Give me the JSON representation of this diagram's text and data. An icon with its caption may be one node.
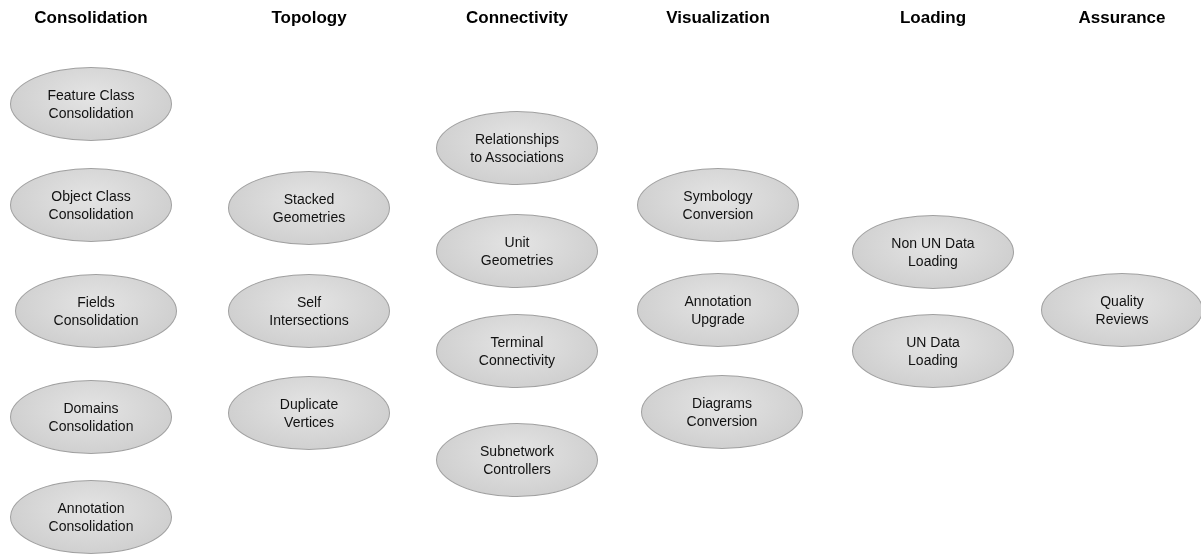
{
  "diagram": {
    "nodes": [
      {
        "text": [
          "Feature Class Consolidation"
        ]
      },
      {
        "text": [
          "Object Class Consolidation"
        ]
      },
      {
        "text": [
          "Fields Consolidation"
        ]
      },
      {
        "text": [
          "Domains Consolidation"
        ]
      },
      {
        "text": [
          "Annotation Consolidation"
        ]
      },
      {
        "text": [
          "Stacked Geometries"
        ]
      },
      {
        "text": [
          "Self Intersections"
        ]
      },
      {
        "text": [
          "Duplicate Vertices"
        ]
      },
      {
        "text": [
          "Relationships to Associations"
        ]
      },
      {
        "text": [
          "Unit Geometries"
        ]
      },
      {
        "text": [
          "Terminal Connectivity"
        ]
      },
      {
        "text": [
          "Subnetwork Controllers"
        ]
      },
      {
        "text": [
          "Symbology Conversion"
        ]
      },
      {
        "text": [
          "Annotation Upgrade"
        ]
      },
      {
        "text": [
          "Diagrams Conversion"
        ]
      },
      {
        "text": [
          "Non UN Data Loading"
        ]
      },
      {
        "text": [
          "UN Data Loading"
        ]
      },
      {
        "text": [
          "Quality Reviews"
        ]
      }
    ],
    "edges": [],
    "labels": [
      "Consolidation",
      "Topology",
      "Connectivity",
      "Visualization",
      "Loading",
      "Assurance"
    ]
  }
}
